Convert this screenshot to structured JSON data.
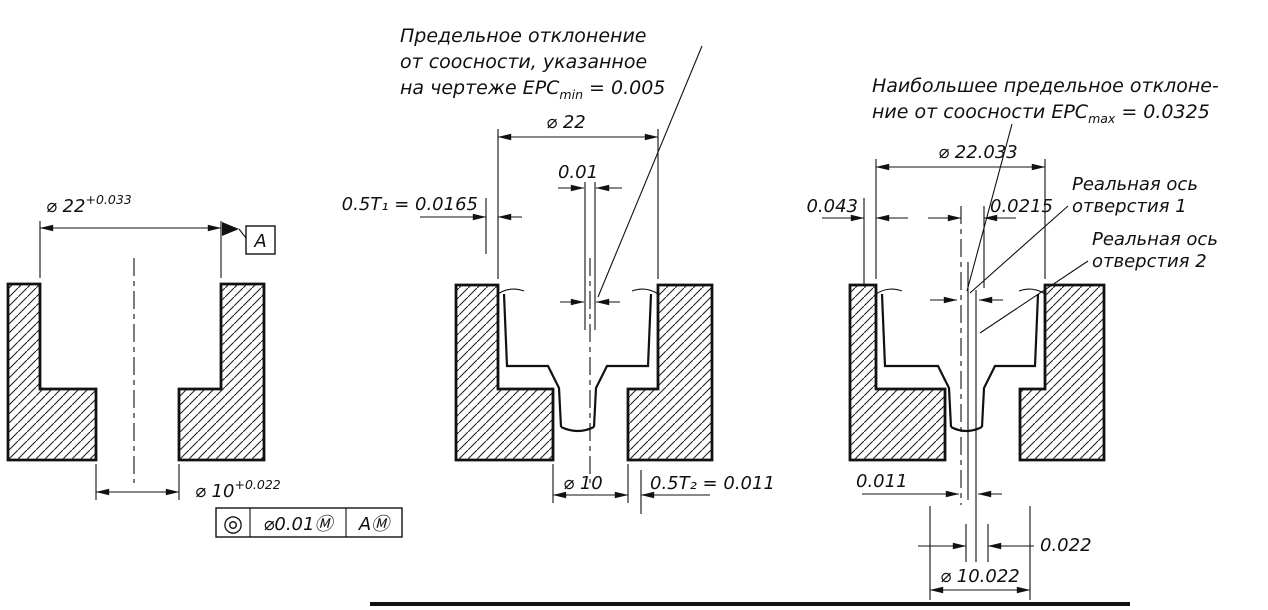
{
  "drawing": {
    "fig1": {
      "d22_base": "⌀ 22",
      "d22_sup": "+0.033",
      "datum": "A",
      "d10_base": "⌀ 10",
      "d10_sup": "+0.022",
      "fcf_symbol": "◎",
      "fcf_tolerance": "⌀0.01Ⓜ",
      "fcf_datum": "AⓂ"
    },
    "fig2": {
      "note1": "Предельное отклонение",
      "note2": "от соосности, указанное",
      "note3_pre": "на чертеже EPC",
      "note3_sub": "min",
      "note3_post": " = 0.005",
      "d22": "⌀ 22",
      "zone": "0.01",
      "half_t1": "0.5T₁ = 0.0165",
      "d10": "⌀ 10",
      "half_t2": "0.5T₂ = 0.011"
    },
    "fig3": {
      "note1": "Наибольшее предельное отклоне-",
      "note2_pre": "ние от соосности EPC",
      "note2_sub": "max",
      "note2_post": " = 0.0325",
      "d22": "⌀ 22.033",
      "offset_left": "0.043",
      "offset_right": "0.0215",
      "axis1_l1": "Реальная ось",
      "axis1_l2": "отверстия 1",
      "axis2_l1": "Реальная ось",
      "axis2_l2": "отверстия 2",
      "bottom_offset": "0.011",
      "bottom_zone": "0.022",
      "d10": "⌀ 10.022"
    }
  }
}
